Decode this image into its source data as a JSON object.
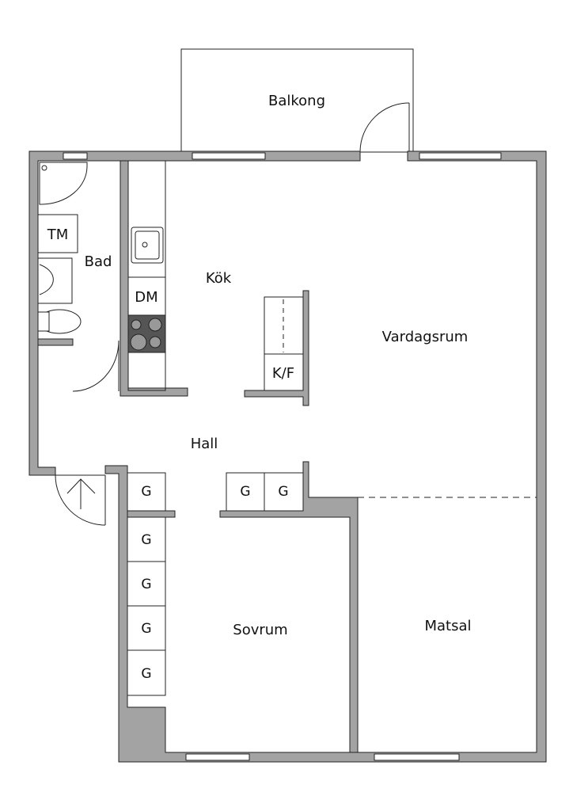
{
  "rooms": {
    "balcony": "Balkong",
    "kitchen": "Kök",
    "living_room": "Vardagsrum",
    "bathroom": "Bad",
    "hall": "Hall",
    "bedroom": "Sovrum",
    "dining_room": "Matsal"
  },
  "fixtures": {
    "washing_machine": "TM",
    "dishwasher": "DM",
    "fridge_freezer": "K/F",
    "wardrobe": "G"
  },
  "colors": {
    "wall": "#a3a3a3",
    "line": "#222222"
  }
}
